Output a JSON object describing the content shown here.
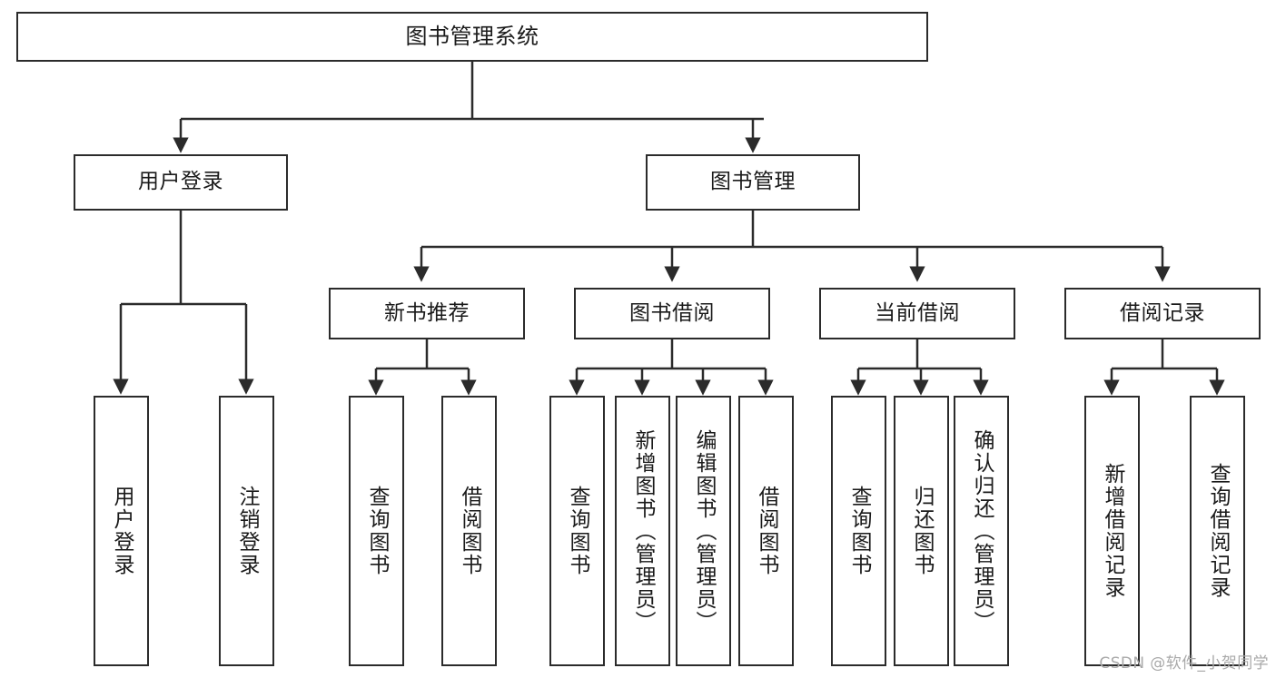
{
  "diagram": {
    "title": "图书管理系统",
    "type": "hierarchy-tree",
    "root": {
      "id": "root",
      "label": "图书管理系统"
    },
    "level2": [
      {
        "id": "user-login",
        "label": "用户登录"
      },
      {
        "id": "book-manage",
        "label": "图书管理"
      }
    ],
    "level3": [
      {
        "id": "new-book-rec",
        "label": "新书推荐"
      },
      {
        "id": "book-borrow",
        "label": "图书借阅"
      },
      {
        "id": "current-borrow",
        "label": "当前借阅"
      },
      {
        "id": "borrow-record",
        "label": "借阅记录"
      }
    ],
    "leaves": {
      "user_login": [
        {
          "id": "leaf-user-login",
          "label": "用户登录"
        },
        {
          "id": "leaf-logout-login",
          "label": "注销登录"
        }
      ],
      "new_book_rec": [
        {
          "id": "leaf-query-book-1",
          "label": "查询图书"
        },
        {
          "id": "leaf-borrow-book-1",
          "label": "借阅图书"
        }
      ],
      "book_borrow": [
        {
          "id": "leaf-query-book-2",
          "label": "查询图书"
        },
        {
          "id": "leaf-add-book",
          "label": "新增图书（管理员）"
        },
        {
          "id": "leaf-edit-book",
          "label": "编辑图书（管理员）"
        },
        {
          "id": "leaf-borrow-book-2",
          "label": "借阅图书"
        }
      ],
      "current_borrow": [
        {
          "id": "leaf-query-book-3",
          "label": "查询图书"
        },
        {
          "id": "leaf-return-book",
          "label": "归还图书"
        },
        {
          "id": "leaf-confirm-return",
          "label": "确认归还（管理员）"
        }
      ],
      "borrow_record": [
        {
          "id": "leaf-add-record",
          "label": "新增借阅记录"
        },
        {
          "id": "leaf-query-record",
          "label": "查询借阅记录"
        }
      ]
    }
  },
  "watermark": {
    "text": "CSDN @软件_小贺同学"
  },
  "colors": {
    "stroke": "#2b2b2b",
    "background": "#ffffff",
    "text": "#1a1a1a",
    "watermark": "#a9a9a9"
  }
}
